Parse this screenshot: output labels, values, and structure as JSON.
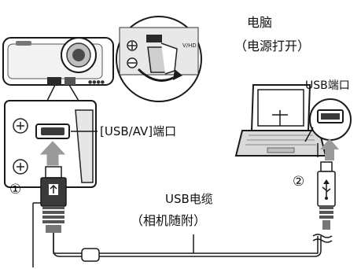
{
  "labels": {
    "computer": "电脑",
    "computer_power": "（电源打开）",
    "usb_port_pc": "USB端口",
    "usb_av_port": "[USB/AV]端口",
    "usb_cable": "USB电缆",
    "cable_included": "（相机随附）"
  },
  "steps": {
    "step1": "①",
    "step2": "②"
  },
  "icons": {
    "usb_symbol": "usb-icon",
    "arrow_up": "arrow-up-icon",
    "rotate_arrow": "curved-arrow-icon"
  },
  "colors": {
    "stroke": "#1a1a1a",
    "fill_dark": "#2a2a2a",
    "fill_mid": "#8c8c8c",
    "fill_light": "#d9d9d9",
    "arrow": "#9a9a9a"
  }
}
